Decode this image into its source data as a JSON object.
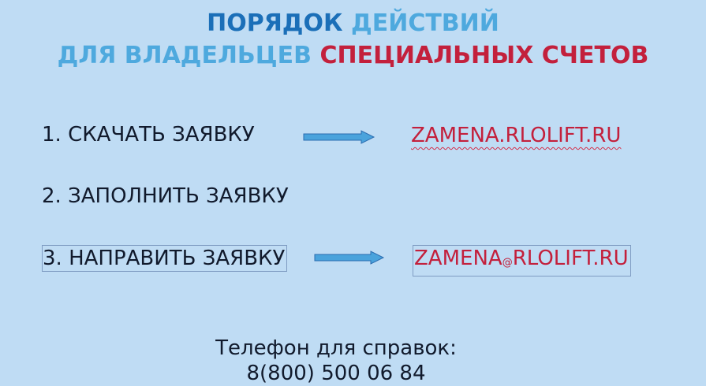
{
  "title": {
    "line1": {
      "part1": "ПОРЯДОК",
      "part2": "ДЕЙСТВИЙ"
    },
    "line2": {
      "part1": "ДЛЯ ВЛАДЕЛЬЦЕВ",
      "part2": "СПЕЦИАЛЬНЫХ СЧЕТОВ"
    }
  },
  "steps": [
    {
      "text": "1. СКАЧАТЬ ЗАЯВКУ",
      "target": "ZAMENA.RLOLIFT.RU"
    },
    {
      "text": "2. ЗАПОЛНИТЬ ЗАЯВКУ"
    },
    {
      "text": "3. НАПРАВИТЬ ЗАЯВКУ",
      "target_user": "ZAMENA",
      "target_at": "@",
      "target_domain": "RLOLIFT.RU"
    }
  ],
  "contact": {
    "label": "Телефон для справок:",
    "phone": "8(800) 500 06 84"
  },
  "colors": {
    "background": "#bfdcf4",
    "title_dark_blue": "#1b6fb8",
    "title_light_blue": "#4ea9de",
    "accent_red": "#c3203c",
    "text": "#111a2c",
    "arrow_fill": "#4aa3dc",
    "arrow_stroke": "#2b6cb0"
  },
  "icons": {
    "step1_arrow": "right-arrow-icon",
    "step3_arrow": "right-arrow-icon"
  }
}
